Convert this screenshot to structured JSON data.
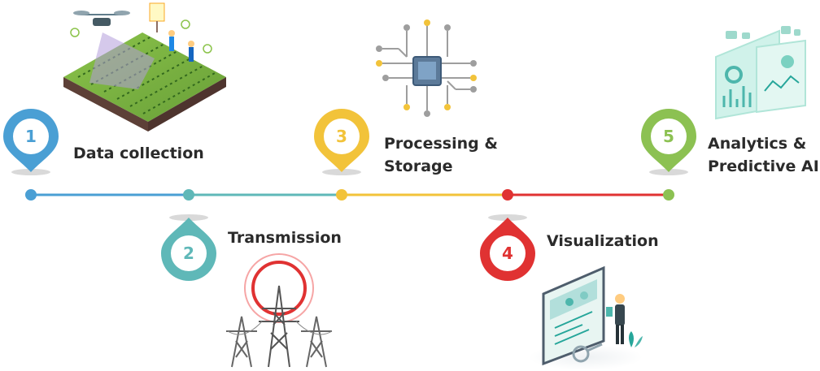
{
  "steps": [
    {
      "number": "1",
      "label": "Data collection",
      "color": "#4a9fd4",
      "icon": "drone-farm-field-icon"
    },
    {
      "number": "2",
      "label": "Transmission",
      "color": "#5fb8b8",
      "icon": "transmission-tower-icon"
    },
    {
      "number": "3",
      "label": "Processing &\nStorage",
      "color": "#f2c33a",
      "icon": "processor-chip-icon"
    },
    {
      "number": "4",
      "label": "Visualization",
      "color": "#e03232",
      "icon": "dashboard-person-icon"
    },
    {
      "number": "5",
      "label": "Analytics &\nPredictive AI",
      "color": "#8cc152",
      "icon": "analytics-panels-icon"
    }
  ]
}
